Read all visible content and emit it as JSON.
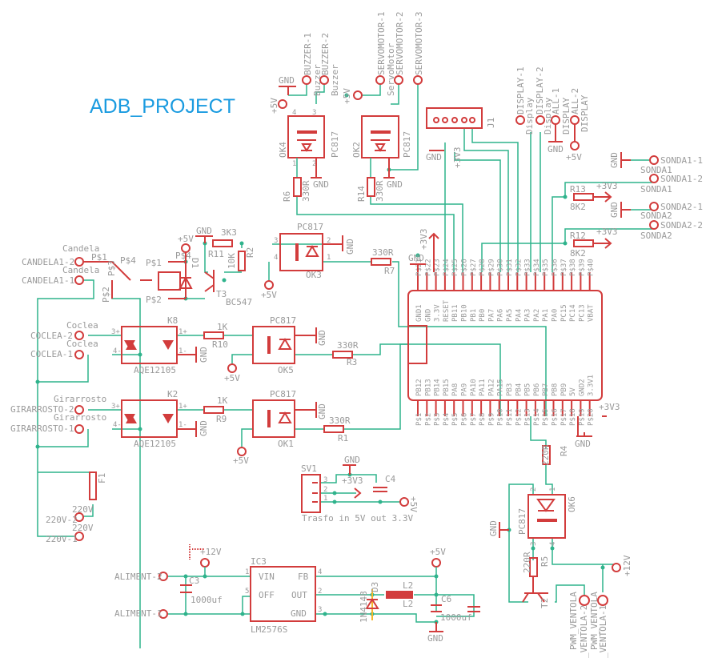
{
  "title": "ADB_PROJECT",
  "colors": {
    "component": "#d23c3c",
    "wire": "#2fb38c",
    "text": "#9a9a9a",
    "title": "#1a9be0",
    "highlight": "#f5b82e"
  },
  "mcu": {
    "top_pins": [
      "P$21",
      "P$22",
      "P$23",
      "P$24",
      "P$25",
      "P$26",
      "P$27",
      "P$28",
      "P$29",
      "P$30",
      "P$31",
      "P$32",
      "P$33",
      "P$34",
      "P$35",
      "P$36",
      "P$37",
      "P$38",
      "P$39",
      "P$40"
    ],
    "top_labels": [
      "GND1",
      "GND",
      "3.3V",
      "RESET",
      "PB11",
      "PB10",
      "PB1",
      "PB0",
      "PA7",
      "PA6",
      "PA5",
      "PA4",
      "PA3",
      "PA2",
      "PA1",
      "PA0",
      "PC15",
      "PC14",
      "PC13",
      "VBAT"
    ],
    "bottom_pins": [
      "P$1",
      "P$2",
      "P$3",
      "P$4",
      "P$5",
      "P$6",
      "P$7",
      "P$8",
      "P$9",
      "P$10",
      "P$11",
      "P$12",
      "P$13",
      "P$14",
      "P$15",
      "P$16",
      "P$17",
      "P$18",
      "P$19",
      "P$20"
    ],
    "bottom_labels": [
      "PB12",
      "PB13",
      "PB14",
      "PB15",
      "PA8",
      "PA9",
      "PA10",
      "PA11",
      "PA12",
      "PA15",
      "PB3",
      "PB4",
      "PB5",
      "PB6",
      "PB7",
      "PB8",
      "PB9",
      "5V",
      "GND2",
      "3.3V1"
    ]
  },
  "labels": {
    "gnd": "GND",
    "p5v": "+5V",
    "p3v3": "+3V3",
    "p12v": "+12V",
    "buzzer1": "BUZZER-1",
    "buzzer2": "BUZZER-2",
    "buzzer": "Buzzer",
    "ok4": "OK4",
    "pc817": "PC817",
    "r6": "R6",
    "r330": "330R",
    "ok2": "OK2",
    "r14": "R14",
    "servo1": "SERVOMOTOR-1",
    "servo2": "SERVOMOTOR-2",
    "servo3": "SERVOMOTOR-3",
    "servomotor": "ServoMotor",
    "j1": "J1",
    "display1": "DISPLAY-1",
    "display2": "DISPLAY-2",
    "display": "Display",
    "all1": "ALL-1",
    "all2": "ALL-2",
    "displayc": "DISPLAY",
    "sonda11": "SONDA1-1",
    "sonda12": "SONDA1-2",
    "sonda21": "SONDA2-1",
    "sonda22": "SONDA2-2",
    "sonda1": "SONDA1",
    "sonda2": "SONDA2",
    "r13": "R13",
    "r12": "R12",
    "k82": "8K2",
    "k33": "3K3",
    "r11": "R11",
    "k10": "10K",
    "r2": "R2",
    "d1": "D1",
    "p1": "P$1",
    "p2": "P$2",
    "p3": "P$3",
    "p4": "P$4",
    "candela": "Candela",
    "candela12": "CANDELA1-2",
    "candela11": "CANDELA1-1",
    "t3": "T3",
    "bc547": "BC547",
    "ok3": "OK3",
    "r7": "R7",
    "coclea": "Coclea",
    "coclea2": "COCLEA-2",
    "coclea1": "COCLEA-1",
    "k8": "K8",
    "aqe": "AQE12105",
    "k1": "1K",
    "r10": "R10",
    "ok5": "OK5",
    "r3": "R3",
    "girarrosto": "Girarrosto",
    "girarrosto2": "GIRARROSTO-2",
    "girarrosto1": "GIRARROSTO-1",
    "k2": "K2",
    "r9": "R9",
    "ok1": "OK1",
    "r1": "R1",
    "f1": "F1",
    "v220": "220V",
    "v2202": "220V-2",
    "v2201": "220V-1",
    "sv1": "SV1",
    "c4": "C4",
    "trasfo": "Trasfo in 5V out 3.3V",
    "aliment2": "ALIMENT-2",
    "aliment1": "ALIMENT-1",
    "c3": "C3",
    "uf1000": "1000uf",
    "ic3": "IC3",
    "vin": "VIN",
    "fb": "FB",
    "off": "OFF",
    "out": "OUT",
    "lm2576": "LM2576S",
    "d3": "D3",
    "n4148": "1N4148",
    "l2": "L2",
    "c6": "C6",
    "r220": "220R",
    "r4": "R4",
    "ok6": "OK6",
    "r5": "R5",
    "t2": "T2",
    "pwm": "PWM_VENTOLA",
    "ventola2": "_VENTOLA-2",
    "ventola1": "_VENTOLA-1",
    "pin1": "1",
    "pin2": "2",
    "pin3": "3",
    "pin4": "4",
    "pin5": "5",
    "pin3p": "3+",
    "pin4m": "4-",
    "pin1p": "1+",
    "pin1m": "1-"
  }
}
